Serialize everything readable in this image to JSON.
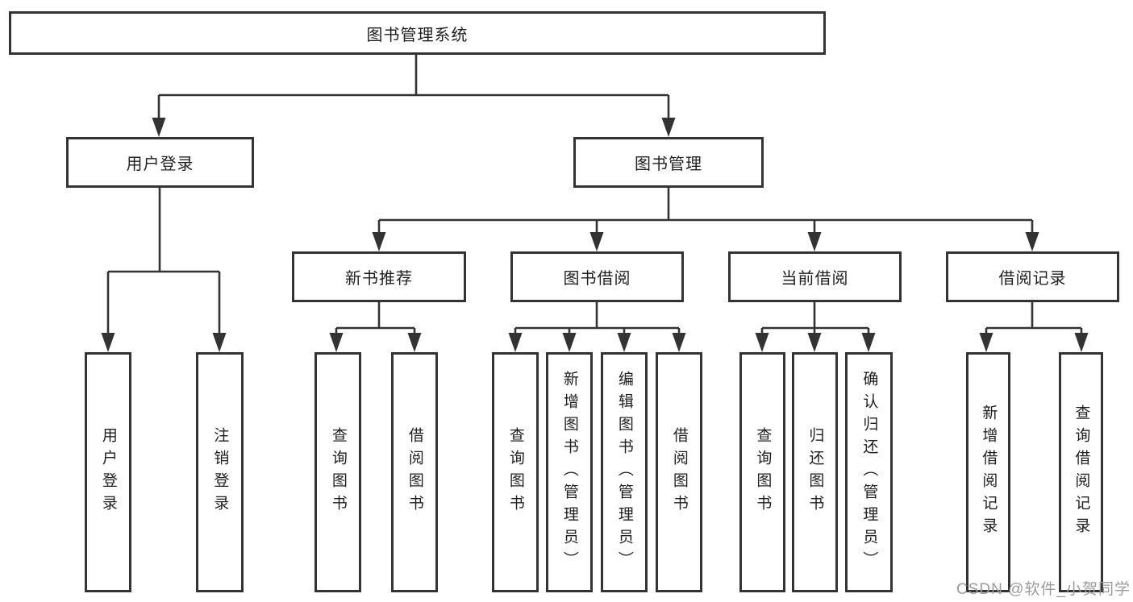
{
  "tree": {
    "root": {
      "label": "图书管理系统"
    },
    "branches": [
      {
        "label": "用户登录",
        "children": [
          {
            "label": "用户登录"
          },
          {
            "label": "注销登录"
          }
        ]
      },
      {
        "label": "图书管理",
        "children": [
          {
            "label": "新书推荐",
            "children": [
              {
                "label": "查询图书"
              },
              {
                "label": "借阅图书"
              }
            ]
          },
          {
            "label": "图书借阅",
            "children": [
              {
                "label": "查询图书"
              },
              {
                "label": "新增图书（管理员）"
              },
              {
                "label": "编辑图书（管理员）"
              },
              {
                "label": "借阅图书"
              }
            ]
          },
          {
            "label": "当前借阅",
            "children": [
              {
                "label": "查询图书"
              },
              {
                "label": "归还图书"
              },
              {
                "label": "确认归还（管理员）"
              }
            ]
          },
          {
            "label": "借阅记录",
            "children": [
              {
                "label": "新增借阅记录"
              },
              {
                "label": "查询借阅记录"
              }
            ]
          }
        ]
      }
    ]
  },
  "watermark": {
    "text": "CSDN @软件_小贺同学"
  },
  "colors": {
    "line": "#333333",
    "box_border": "#333333",
    "text": "#1f1f1f",
    "background": "#ffffff",
    "watermark": "#9b9b9b"
  }
}
